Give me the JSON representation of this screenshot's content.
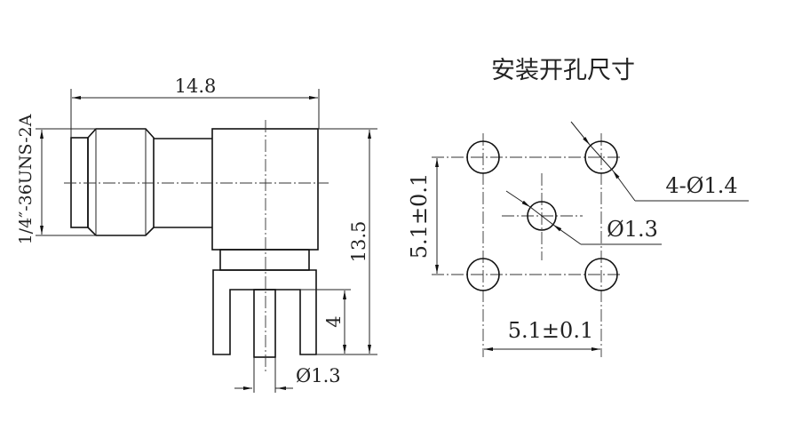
{
  "side_view": {
    "width_dim": "14.8",
    "height_dim": "13.5",
    "pin_length_dim": "4",
    "pin_diameter_dim": "Ø1.3",
    "thread_spec": "1/4″-36UNS-2A"
  },
  "footprint": {
    "title": "安装开孔尺寸",
    "outer_holes_label": "4-Ø1.4",
    "center_hole_label": "Ø1.3",
    "vertical_spacing": "5.1±0.1",
    "horizontal_spacing": "5.1±0.1"
  }
}
